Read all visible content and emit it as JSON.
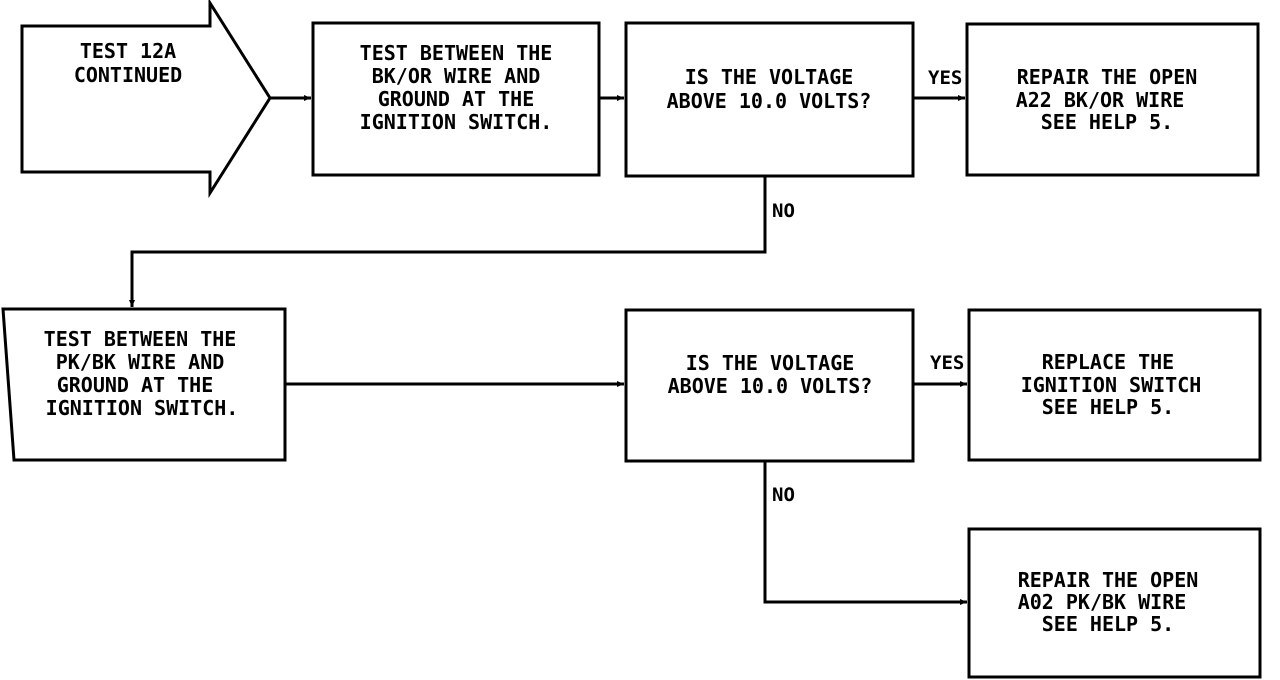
{
  "start": {
    "lines": [
      "TEST 12A",
      "CONTINUED"
    ]
  },
  "step1": {
    "lines": [
      "TEST BETWEEN THE",
      "BK/OR WIRE AND",
      "GROUND AT THE",
      "IGNITION SWITCH."
    ]
  },
  "q1": {
    "lines": [
      "IS THE VOLTAGE",
      "ABOVE 10.0 VOLTS?"
    ]
  },
  "r1": {
    "lines": [
      "REPAIR THE OPEN",
      "A22 BK/OR WIRE",
      "SEE HELP 5."
    ]
  },
  "step2": {
    "lines": [
      "TEST BETWEEN THE",
      "PK/BK WIRE AND",
      "GROUND AT THE",
      "IGNITION SWITCH."
    ]
  },
  "q2": {
    "lines": [
      "IS THE VOLTAGE",
      "ABOVE 10.0 VOLTS?"
    ]
  },
  "r2": {
    "lines": [
      "REPLACE THE",
      "IGNITION SWITCH",
      "SEE HELP 5."
    ]
  },
  "r3": {
    "lines": [
      "REPAIR THE OPEN",
      "A02 PK/BK WIRE",
      "SEE HELP 5."
    ]
  },
  "labels": {
    "yes1": "YES",
    "no1": "NO",
    "yes2": "YES",
    "no2": "NO"
  }
}
